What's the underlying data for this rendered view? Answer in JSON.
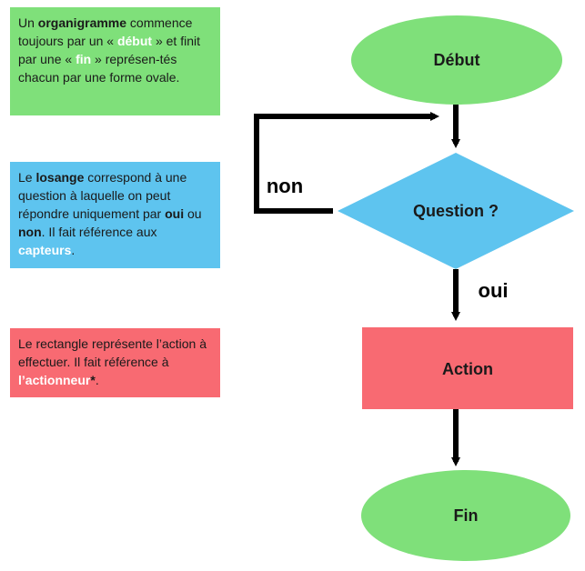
{
  "colors": {
    "green": "#7fe07a",
    "blue": "#5ec4ef",
    "red": "#f86a72",
    "highlight_text": "#ffffff",
    "arrow": "#000000"
  },
  "notes": {
    "start": {
      "t1": "Un ",
      "b1": "organigramme",
      "t2": " commence toujours par un « ",
      "h1": "début",
      "t3": " » et finit par une « ",
      "h2": "fin",
      "t4": " » représen-tés chacun par une forme ovale."
    },
    "decision": {
      "t1": "Le ",
      "b1": "losange",
      "t2": " correspond à une question à laquelle on peut répondre uniquement par ",
      "b2": "oui",
      "t3": " ou ",
      "b3": "non",
      "t4": ". Il fait référence aux ",
      "h1": "capteurs",
      "t5": "."
    },
    "action": {
      "t1": "Le rectangle représente l’action à effectuer. Il fait référence à ",
      "h1": "l’actionneur",
      "b1": "*",
      "t2": "."
    }
  },
  "flowchart": {
    "start_label": "Début",
    "decision_label": "Question ?",
    "action_label": "Action",
    "end_label": "Fin",
    "no_label": "non",
    "yes_label": "oui"
  }
}
